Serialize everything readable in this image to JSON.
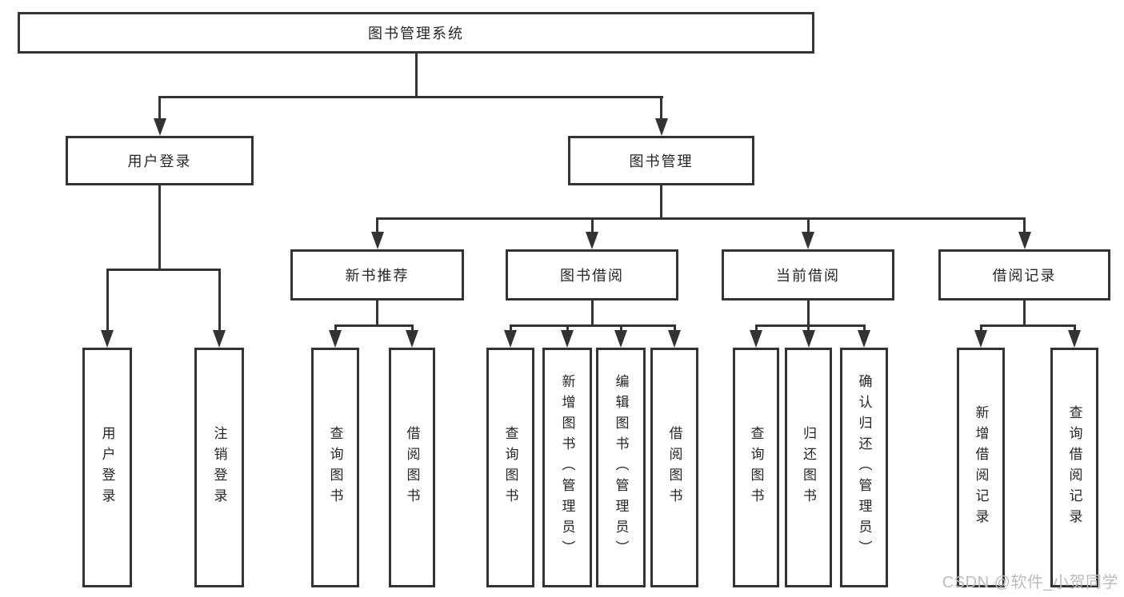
{
  "colors": {
    "line": "#333333",
    "text": "#262626",
    "box_fill": "#ffffff",
    "watermark": "#b9bcc2"
  },
  "diagram": {
    "root_label": "图书管理系统",
    "level2": {
      "user_login": "用户登录",
      "book_management": "图书管理"
    },
    "level3": {
      "new_book_recommend": "新书推荐",
      "book_borrowing": "图书借阅",
      "current_borrowing": "当前借阅",
      "borrowing_records": "借阅记录"
    },
    "leaves": {
      "user_login": "用户登录",
      "logout": "注销登录",
      "query_books_1": "查询图书",
      "borrow_books_1": "借阅图书",
      "query_books_2": "查询图书",
      "add_books_admin": "新增图书（管理员）",
      "edit_books_admin": "编辑图书（管理员）",
      "borrow_books_2": "借阅图书",
      "query_books_3": "查询图书",
      "return_books": "归还图书",
      "confirm_return_admin": "确认归还（管理员）",
      "add_borrow_record": "新增借阅记录",
      "query_borrow_record": "查询借阅记录"
    }
  },
  "watermark": {
    "text": "CSDN @软件_小贺同学"
  }
}
